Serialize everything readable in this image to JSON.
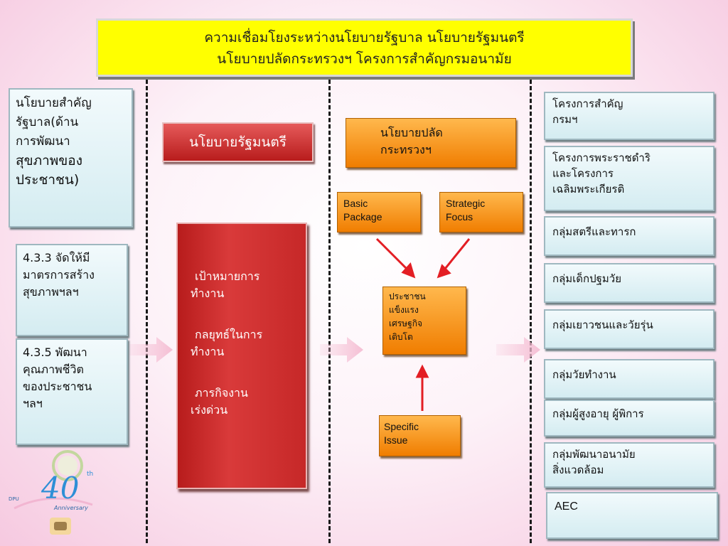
{
  "title": {
    "line1": "ความเชื่อมโยงระหว่างนโยบายรัฐบาล นโยบายรัฐมนตรี",
    "line2": "นโยบายปลัดกระทรวงฯ โครงการสำคัญกรมอนามัย"
  },
  "left": {
    "header": "นโยบายสำคัญรัฐบาล(ด้านการพัฒนาสุขภาพของประชาชน)",
    "header_lines": [
      "นโยบายสำคัญ",
      "รัฐบาล(ด้าน",
      "การพัฒนา",
      "สุขภาพของ",
      "ประชาชน)"
    ],
    "item1_lines": [
      "4.3.3 จัดให้มี",
      "มาตรการสร้าง",
      "สุขภาพฯลฯ"
    ],
    "item2_lines": [
      "4.3.5 พัฒนา",
      "คุณภาพชีวิต",
      "ของประชาชน",
      "ฯลฯ"
    ]
  },
  "minister": {
    "label": "นโยบายรัฐมนตรี",
    "items": [
      {
        "line1": "เป้าหมายการ",
        "line2": "ทำงาน"
      },
      {
        "line1": "กลยุทธ์ในการ",
        "line2": "ทำงาน"
      },
      {
        "line1": "ภารกิจงาน",
        "line2": "เร่งด่วน"
      }
    ]
  },
  "permsec": {
    "label_lines": [
      "นโยบายปลัด",
      "กระทรวงฯ"
    ],
    "basic_package": [
      "Basic",
      "Package"
    ],
    "strategic_focus": [
      "Strategic",
      "Focus"
    ],
    "specific_issue": [
      "Specific",
      "Issue"
    ],
    "center": [
      "ประชาชน",
      "แข็งแรง",
      "เศรษฐกิจ",
      "เติบโต"
    ]
  },
  "right": {
    "items": [
      [
        "โครงการสำคัญ",
        "กรมฯ"
      ],
      [
        "โครงการพระราชดำริ",
        "และโครงการ",
        "เฉลิมพระเกียรติ"
      ],
      [
        "กลุ่มสตรีและทารก"
      ],
      [
        "กลุ่มเด็กปฐมวัย"
      ],
      [
        "กลุ่มเยาวชนและวัยรุ่น"
      ],
      [
        "กลุ่มวัยทำงาน"
      ],
      [
        "กลุ่มผู้สูงอายุ ผู้พิการ"
      ],
      [
        "กลุ่มพัฒนาอนามัย",
        "สิ่งแวดล้อม"
      ],
      [
        "AEC"
      ]
    ]
  },
  "logo": {
    "number": "40",
    "superscript": "th",
    "word": "Anniversary",
    "org": "DPU"
  },
  "colors": {
    "title_bg": "#ffff00",
    "minister_red": "#c62828",
    "orange": "#f7941d",
    "arrow_red": "#e31e24",
    "box_blue": "#d9eef3"
  }
}
